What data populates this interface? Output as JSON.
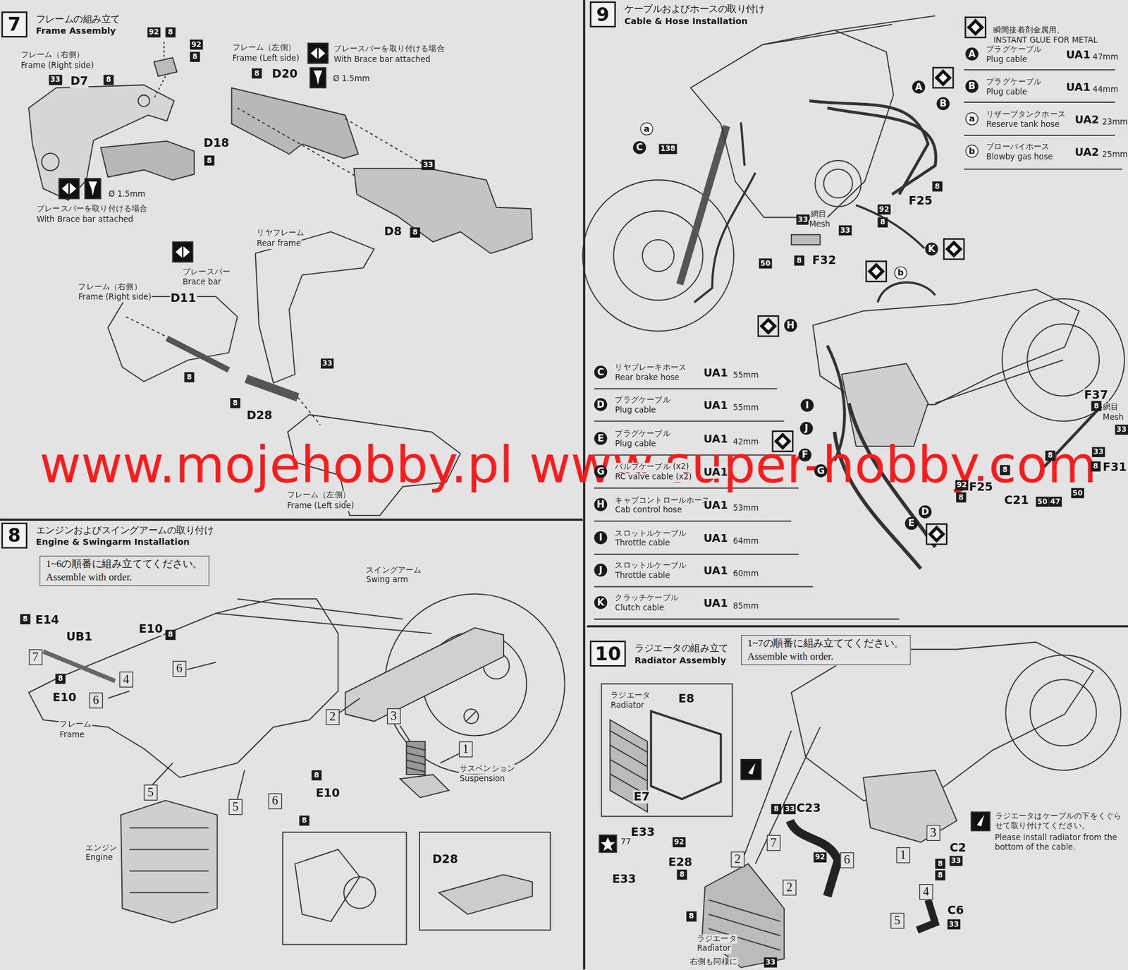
{
  "diagram": {
    "nodes": [
      {
        "text": [
          "7",
          "フレームの組み立て",
          "Frame Assembly"
        ]
      },
      {
        "text": [
          "8",
          "エンジンおよびスイングアームの取り付け",
          "Engine & Swingarm Installation"
        ]
      },
      {
        "text": [
          "1~6の順番に組み立ててください。",
          "Assemble with order."
        ]
      },
      {
        "text": [
          "9",
          "ケーブルおよびホースの取り付け",
          "Cable & Hose Installation"
        ]
      },
      {
        "text": [
          "10",
          "ラジエータの組み立て",
          "Radiator Assembly"
        ]
      },
      {
        "text": [
          "1~7の順番に組み立ててください。",
          "Assemble with order."
        ]
      }
    ],
    "labels": [
      "33",
      "D7",
      "8",
      "92",
      "8",
      "92",
      "8",
      "フレーム（右側）",
      "Frame (Right side)",
      "D18",
      "8",
      "Ø 1.5mm",
      "ブレースバーを取り付ける場合",
      "With Brace bar attached",
      "フレーム（左側）",
      "Frame (Left side)",
      "8",
      "D20",
      "ブレースバーを取り付ける場合",
      "With Brace bar attached",
      "Ø 1.5mm",
      "33",
      "D8",
      "8",
      "リヤフレーム",
      "Rear frame",
      "ブレースバー",
      "Brace bar",
      "フレーム（右側）",
      "Frame (Right side)",
      "D11",
      "8",
      "8",
      "D28",
      "33",
      "フレーム（左側）",
      "Frame (Left side)",
      "www.mojehobby.pl www.super-hobby.com",
      "8",
      "E14",
      "7",
      "UB1",
      "8",
      "E10",
      "6",
      "4",
      "E10",
      "8",
      "6",
      "フレーム",
      "Frame",
      "スイングアーム",
      "Swing arm",
      "2",
      "3",
      "1",
      "サスペンション",
      "Suspension",
      "8",
      "E10",
      "6",
      "8",
      "5",
      "5",
      "エンジン",
      "Engine",
      "D28",
      "瞬間接着剤金属用。",
      "INSTANT GLUE FOR METAL",
      "A",
      "プラグケーブル",
      "Plug cable",
      "UA1",
      "47mm",
      "B",
      "プラグケーブル",
      "Plug cable",
      "UA1",
      "44mm",
      "a",
      "リザーブタンクホース",
      "Reserve tank hose",
      "UA2",
      "23mm",
      "b",
      "ブローバイホース",
      "Blowby gas hose",
      "UA2",
      "25mm",
      "C",
      "リヤブレーキホース",
      "Rear brake hose",
      "UA1",
      "55mm",
      "D",
      "プラグケーブル",
      "Plug cable",
      "UA1",
      "55mm",
      "E",
      "プラグケーブル",
      "Plug cable",
      "UA1",
      "42mm",
      "G",
      "バルブケーブル (x2)",
      "RC valve cable (x2)",
      "UA1",
      "H",
      "キャブコントロールホース",
      "Cab control hose",
      "UA1",
      "53mm",
      "I",
      "スロットルケーブル",
      "Throttle cable",
      "UA1",
      "64mm",
      "J",
      "スロットルケーブル",
      "Throttle cable",
      "UA1",
      "60mm",
      "K",
      "クラッチケーブル",
      "Clutch cable",
      "UA1",
      "85mm",
      "a",
      "C",
      "138",
      "A",
      "B",
      "8",
      "F25",
      "92",
      "8",
      "33",
      "網目",
      "Mesh",
      "33",
      "50",
      "8",
      "F32",
      "K",
      "b",
      "H",
      "I",
      "J",
      "F",
      "G",
      "D",
      "E",
      "F37",
      "8",
      "網目",
      "Mesh",
      "33",
      "8",
      "33",
      "8",
      "F31",
      "8",
      "92",
      "F25",
      "8",
      "C21",
      "50",
      "47",
      "50",
      "ラジエータ",
      "Radiator",
      "E8",
      "E7",
      "8",
      "33",
      "C23",
      "E33",
      "77",
      "92",
      "E28",
      "8",
      "E33",
      "2",
      "7",
      "2",
      "92",
      "6",
      "3",
      "1",
      "C2",
      "33",
      "8",
      "8",
      "4",
      "C6",
      "5",
      "33",
      "8",
      "ラジエータ",
      "Radiator",
      "右側も同様に",
      "33",
      "ラジエータはケーブルの下をくぐらせて取り付けてください。",
      "Please install radiator from the bottom of the cable."
    ]
  }
}
